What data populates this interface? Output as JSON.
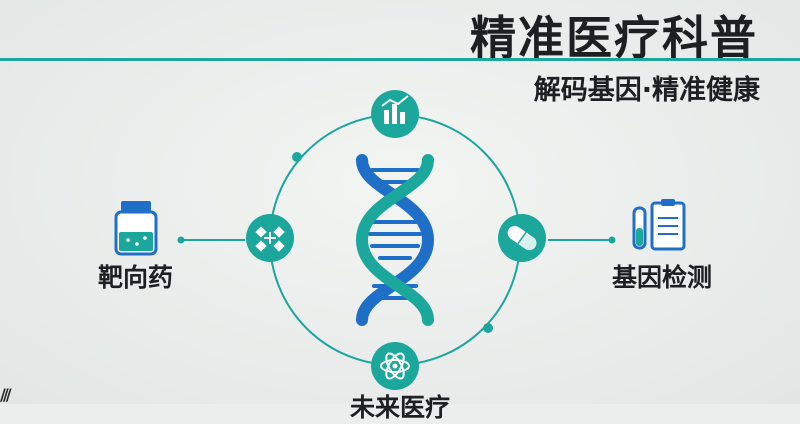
{
  "header": {
    "title": "精准医疗科普",
    "subtitle": "解码基因·精准健康"
  },
  "nodes": {
    "left_label": "靶向药",
    "right_label": "基因检测",
    "bottom_label": "未来医疗"
  },
  "footer": {
    "deco_text": "///"
  },
  "icons": {
    "top": "bar-chart-icon",
    "left": "molecule-icon",
    "right": "pill-capsule-icon",
    "bottom": "atom-icon",
    "far_left": "medicine-bottle-icon",
    "far_right": "test-tube-clipboard-icon",
    "center": "dna-helix-icon"
  },
  "colors": {
    "teal": "#1ba79c",
    "blue": "#1f6fc8",
    "background": "#ebeeec",
    "text": "#1d1f22"
  }
}
